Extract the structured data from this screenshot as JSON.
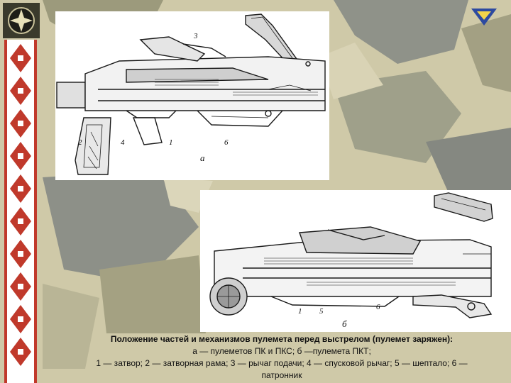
{
  "figure_a": {
    "label": "а",
    "callouts": [
      {
        "id": "1",
        "text": "1"
      },
      {
        "id": "2",
        "text": "2"
      },
      {
        "id": "3",
        "text": "3"
      },
      {
        "id": "4",
        "text": "4"
      },
      {
        "id": "6",
        "text": "6"
      }
    ]
  },
  "figure_b": {
    "label": "б",
    "callouts": [
      {
        "id": "1",
        "text": "1"
      },
      {
        "id": "5",
        "text": "5"
      },
      {
        "id": "6",
        "text": "6"
      }
    ]
  },
  "caption": {
    "title": "Положение частей и механизмов пулемета перед выстрелом   (пулемет заряжен):",
    "line2": "а — пулеметов ПК и ПКС; б —пулемета ПКТ;",
    "line3": "1 — затвор; 2 — затворная рама; 3 — рычаг подачи; 4 — спусковой рычаг; 5 — шептало; 6 —",
    "line4": "патронник"
  },
  "colors": {
    "camo_light": "#d9d4b8",
    "camo_mid": "#a6a27e",
    "camo_dark": "#8c8f86",
    "ornament_red": "#c0392b",
    "emblem_blue": "#2d4aa0"
  }
}
